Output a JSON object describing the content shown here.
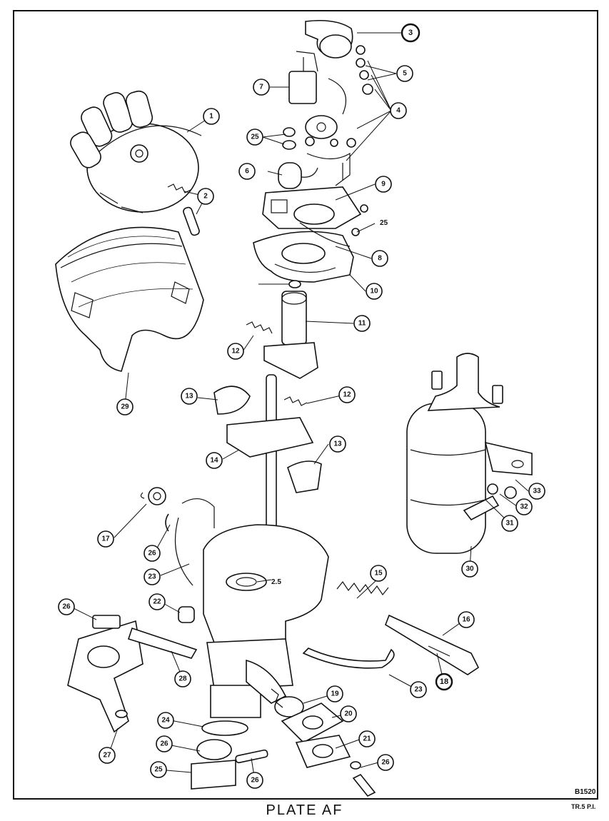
{
  "plate": {
    "title": "PLATE AF",
    "code": "B1520",
    "model": "TR.5 P.I."
  },
  "callouts": [
    {
      "id": "c1",
      "label": "1"
    },
    {
      "id": "c2",
      "label": "2"
    },
    {
      "id": "c3",
      "label": "3"
    },
    {
      "id": "c4",
      "label": "4"
    },
    {
      "id": "c5",
      "label": "5"
    },
    {
      "id": "c6",
      "label": "6"
    },
    {
      "id": "c7",
      "label": "7"
    },
    {
      "id": "c8",
      "label": "8"
    },
    {
      "id": "c9",
      "label": "9"
    },
    {
      "id": "c10",
      "label": "10"
    },
    {
      "id": "c11",
      "label": "11"
    },
    {
      "id": "c12a",
      "label": "12"
    },
    {
      "id": "c12b",
      "label": "12"
    },
    {
      "id": "c13a",
      "label": "13"
    },
    {
      "id": "c13b",
      "label": "13"
    },
    {
      "id": "c14",
      "label": "14"
    },
    {
      "id": "c15",
      "label": "15"
    },
    {
      "id": "c16",
      "label": "16"
    },
    {
      "id": "c17",
      "label": "17"
    },
    {
      "id": "c18",
      "label": "18"
    },
    {
      "id": "c19",
      "label": "19"
    },
    {
      "id": "c20",
      "label": "20"
    },
    {
      "id": "c21",
      "label": "21"
    },
    {
      "id": "c22",
      "label": "22"
    },
    {
      "id": "c23a",
      "label": "23"
    },
    {
      "id": "c23b",
      "label": "23"
    },
    {
      "id": "c24",
      "label": "24"
    },
    {
      "id": "c25a",
      "label": "25"
    },
    {
      "id": "c25e",
      "label": "25"
    },
    {
      "id": "c26a",
      "label": "26"
    },
    {
      "id": "c26b",
      "label": "26"
    },
    {
      "id": "c26c",
      "label": "26"
    },
    {
      "id": "c26d",
      "label": "26"
    },
    {
      "id": "c26e",
      "label": "26"
    },
    {
      "id": "c27",
      "label": "27"
    },
    {
      "id": "c28",
      "label": "28"
    },
    {
      "id": "c29",
      "label": "29"
    },
    {
      "id": "c30",
      "label": "30"
    },
    {
      "id": "c31",
      "label": "31"
    },
    {
      "id": "c32",
      "label": "32"
    },
    {
      "id": "c33",
      "label": "33"
    }
  ],
  "free_labels": [
    {
      "id": "f25a",
      "label": "25"
    },
    {
      "id": "f25b",
      "label": "2.5"
    }
  ]
}
